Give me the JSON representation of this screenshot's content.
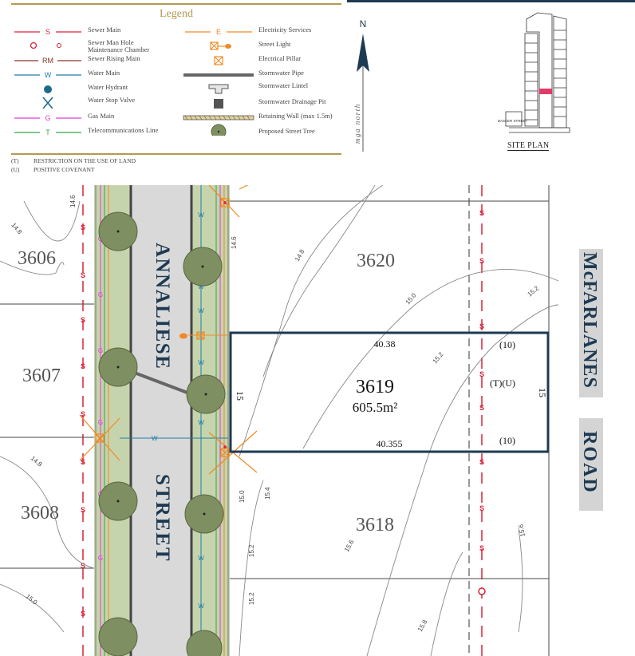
{
  "legend": {
    "title": "Legend",
    "items_left": [
      {
        "symbol": "S",
        "label": "Sewer Main",
        "color": "#d9233a"
      },
      {
        "symbol": "",
        "label": "Sewer Man Hole\nMaintenance Chamber",
        "color": "#d9233a"
      },
      {
        "symbol": "RM",
        "label": "Sewer Rising Main",
        "color": "#8a3324"
      },
      {
        "symbol": "W",
        "label": "Water Main",
        "color": "#1e7fa6"
      },
      {
        "symbol": "",
        "label": "Water Hydrant",
        "color": "#1e6a8f"
      },
      {
        "symbol": "",
        "label": "Water Stop Valve",
        "color": "#1e6a8f"
      },
      {
        "symbol": "G",
        "label": "Gas Main",
        "color": "#e33ad6"
      },
      {
        "symbol": "T",
        "label": "Telecommunications Line",
        "color": "#3aa04a"
      }
    ],
    "items_right": [
      {
        "symbol": "E",
        "label": "Electricity Services",
        "color": "#f08a24"
      },
      {
        "symbol": "",
        "label": "Street Light",
        "color": "#f08a24"
      },
      {
        "symbol": "",
        "label": "Electrical Pillar",
        "color": "#f08a24"
      },
      {
        "symbol": "",
        "label": "Stormwater Pipe",
        "color": "#666666"
      },
      {
        "symbol": "",
        "label": "Stormwater Lintel",
        "color": "#666666"
      },
      {
        "symbol": "",
        "label": "Stormwater Drainage Pit",
        "color": "#666666"
      },
      {
        "symbol": "",
        "label": "Retaining Wall (max 1.5m)",
        "color": "#b39a4f"
      },
      {
        "symbol": "",
        "label": "Proposed Street Tree",
        "color": "#7e8f62"
      }
    ],
    "notes": [
      {
        "key": "(T)",
        "text": "RESTRICTION ON THE USE OF LAND"
      },
      {
        "key": "(U)",
        "text": "POSITIVE COVENANT"
      }
    ]
  },
  "north_arrow": {
    "letter": "N",
    "caption": "mga north"
  },
  "site_plan": {
    "title": "SITE PLAN",
    "street_label": "BASKER STREET"
  },
  "map": {
    "streets": {
      "annaliese_1": "ANNALIESE",
      "annaliese_2": "STREET",
      "mcfarlanes_1": "McFARLANES",
      "mcfarlanes_2": "ROAD"
    },
    "lots": [
      {
        "id": "3606"
      },
      {
        "id": "3607"
      },
      {
        "id": "3608"
      },
      {
        "id": "3620"
      },
      {
        "id": "3618"
      }
    ],
    "subject_lot": {
      "id": "3619",
      "area": "605.5m²",
      "restriction": "(T)(U)"
    },
    "dimensions": {
      "top": "40.38",
      "bottom": "40.355",
      "left": "15",
      "right": "15",
      "ten_top": "(10)",
      "ten_bottom": "(10)"
    },
    "contours": [
      "14.6",
      "14.8",
      "15.0",
      "15.2",
      "15.2",
      "14.6",
      "14.8",
      "15.0",
      "15.2",
      "15.4",
      "15.6",
      "15.6",
      "15.8",
      "15.0",
      "15.2"
    ],
    "colors": {
      "lot_outline": "#1d3a52",
      "sewer": "#d9233a",
      "verge": "#c6d4ae",
      "road": "#d9d9d9",
      "tree": "#7e8f62"
    }
  }
}
